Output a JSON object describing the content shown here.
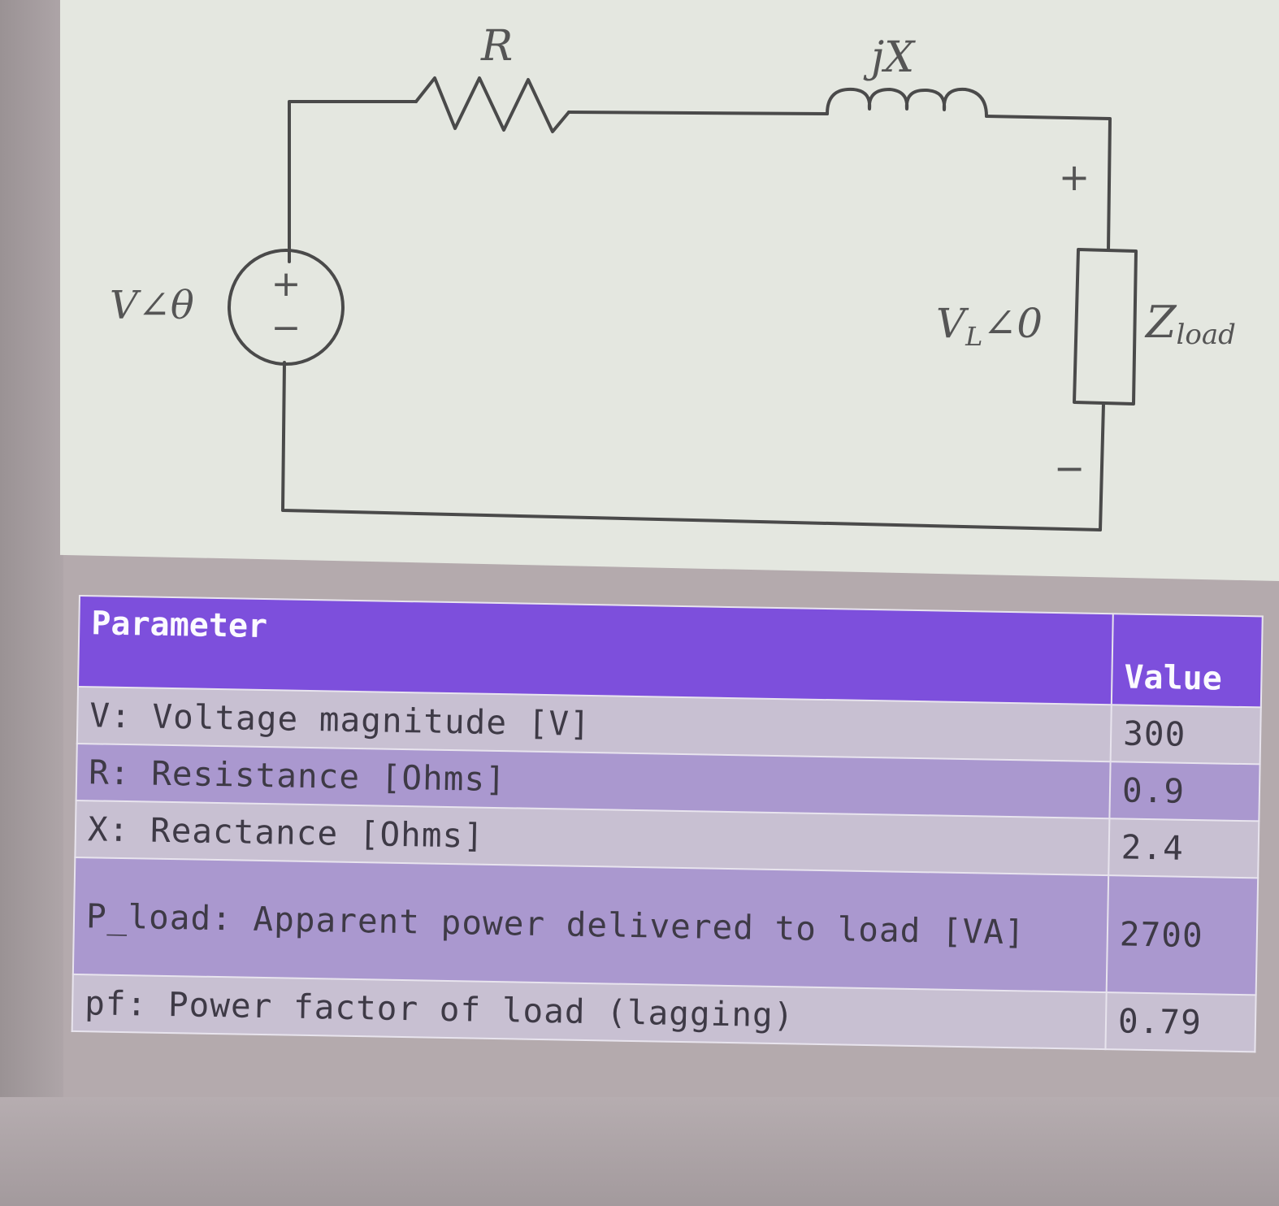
{
  "diagram": {
    "labels": {
      "resistor": "R",
      "inductor": "jX",
      "source": "V∠θ",
      "source_plus": "+",
      "source_minus": "−",
      "load_voltage_main": "V",
      "load_voltage_sub": "L",
      "load_voltage_angle": "∠0",
      "load_plus": "+",
      "load_minus": "−",
      "load_impedance_main": "Z",
      "load_impedance_sub": "load"
    }
  },
  "table": {
    "headers": {
      "parameter": "Parameter",
      "value": "Value"
    },
    "rows": [
      {
        "parameter": "V: Voltage magnitude [V]",
        "value": "300"
      },
      {
        "parameter": "R: Resistance [Ohms]",
        "value": "0.9"
      },
      {
        "parameter": "X: Reactance [Ohms]",
        "value": "2.4"
      },
      {
        "parameter": "P_load: Apparent power delivered to load [VA]",
        "value": "2700"
      },
      {
        "parameter": "pf: Power factor of load (lagging)",
        "value": "0.79"
      }
    ]
  }
}
